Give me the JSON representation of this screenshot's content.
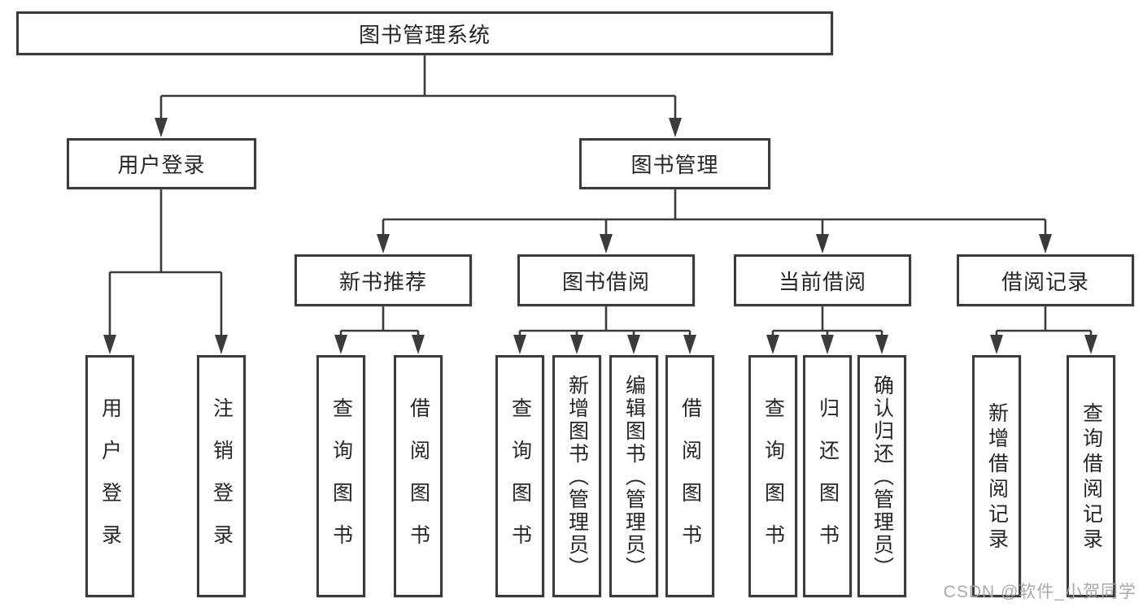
{
  "tree": {
    "root": "图书管理系统",
    "level2": [
      {
        "label": "用户登录",
        "children": [
          "用户登录",
          "注销登录"
        ]
      },
      {
        "label": "图书管理",
        "children": [
          {
            "label": "新书推荐",
            "children": [
              "查询图书",
              "借阅图书"
            ]
          },
          {
            "label": "图书借阅",
            "children": [
              "查询图书",
              "新增图书（管理员）",
              "编辑图书（管理员）",
              "借阅图书"
            ]
          },
          {
            "label": "当前借阅",
            "children": [
              "查询图书",
              "归还图书",
              "确认归还（管理员）"
            ]
          },
          {
            "label": "借阅记录",
            "children": [
              "新增借阅记录",
              "查询借阅记录"
            ]
          }
        ]
      }
    ]
  },
  "watermark": {
    "text": "CSDN @软件_小贺同学"
  },
  "colors": {
    "line": "#3b3b3b",
    "box_border": "#3b3b3b",
    "box_fill": "#ffffff",
    "text": "#26262a",
    "watermark": "#a0a5ad",
    "background": "#ffffff"
  }
}
